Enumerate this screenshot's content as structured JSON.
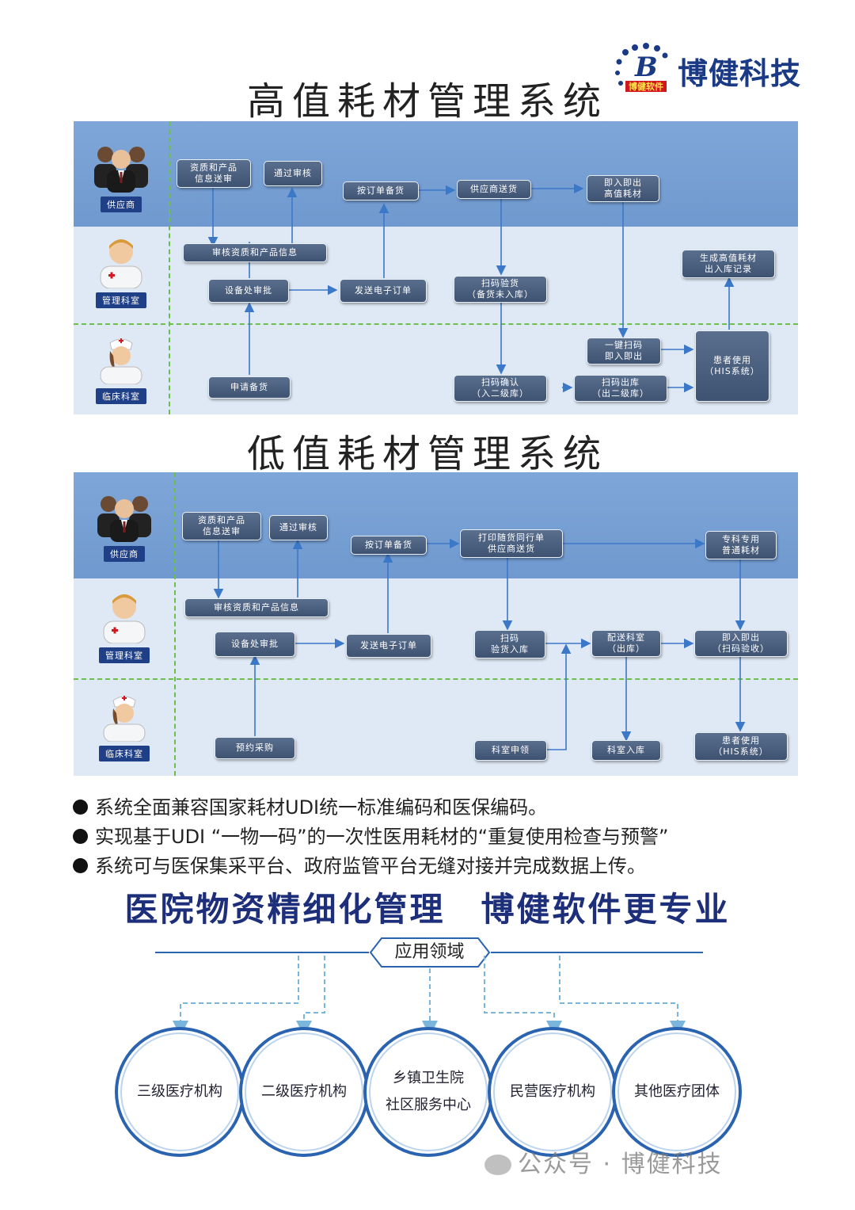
{
  "logo": {
    "name": "博健科技",
    "mark_letter": "B",
    "mark_text": "博健软件"
  },
  "high_value": {
    "title": "高值耗材管理系统",
    "roles": [
      "供应商",
      "管理科室",
      "临床科室"
    ],
    "boxes": {
      "qualification_submit": "资质和产品\n信息送审",
      "approved": "通过审核",
      "prepare_by_order": "按订单备货",
      "supplier_deliver": "供应商送货",
      "instant_in_out": "即入即出\n高值耗材",
      "review_qualification": "审核资质和产品信息",
      "equipment_approval": "设备处审批",
      "send_order": "发送电子订单",
      "scan_check": "扫码验货\n（备货未入库）",
      "generate_record": "生成高值耗材\n出入库记录",
      "one_click_scan": "一键扫码\n即入即出",
      "patient_use": "患者使用\n（HIS系统）",
      "apply_stock": "申请备货",
      "scan_confirm": "扫码确认\n（入二级库）",
      "scan_out": "扫码出库\n（出二级库）"
    }
  },
  "low_value": {
    "title": "低值耗材管理系统",
    "roles": [
      "供应商",
      "管理科室",
      "临床科室"
    ],
    "boxes": {
      "qualification_submit": "资质和产品\n信息送审",
      "approved": "通过审核",
      "prepare_by_order": "按订单备货",
      "print_delivery": "打印随货同行单\n供应商送货",
      "dept_special": "专科专用\n普通耗材",
      "review_qualification": "审核资质和产品信息",
      "equipment_approval": "设备处审批",
      "send_order": "发送电子订单",
      "scan_inbound": "扫码\n验货入库",
      "dispatch_dept": "配送科室\n（出库）",
      "instant_scan": "即入即出\n（扫码验收）",
      "reserve_purchase": "预约采购",
      "dept_request": "科室申领",
      "dept_inbound": "科室入库",
      "patient_use": "患者使用\n（HIS系统）"
    }
  },
  "bullets": [
    "系统全面兼容国家耗材UDI统一标准编码和医保编码。",
    "实现基于UDI “一物一码”的一次性医用耗材的“重复使用检查与预警”",
    "系统可与医保集采平台、政府监管平台无缝对接并完成数据上传。"
  ],
  "slogan": "医院物资精细化管理　博健软件更专业",
  "application": {
    "label": "应用领域",
    "areas": [
      "三级医疗机构",
      "二级医疗机构",
      "乡镇卫生院\n社区服务中心",
      "民营医疗机构",
      "其他医疗团体"
    ]
  },
  "watermark": "公众号 · 博健科技",
  "colors": {
    "top_lane": "#7fa6d8",
    "panel": "#dfe9f5",
    "box": "#4a5f80",
    "divider": "#6bbf4a",
    "slogan": "#1d2e7a",
    "ring": "#2a63b0"
  }
}
